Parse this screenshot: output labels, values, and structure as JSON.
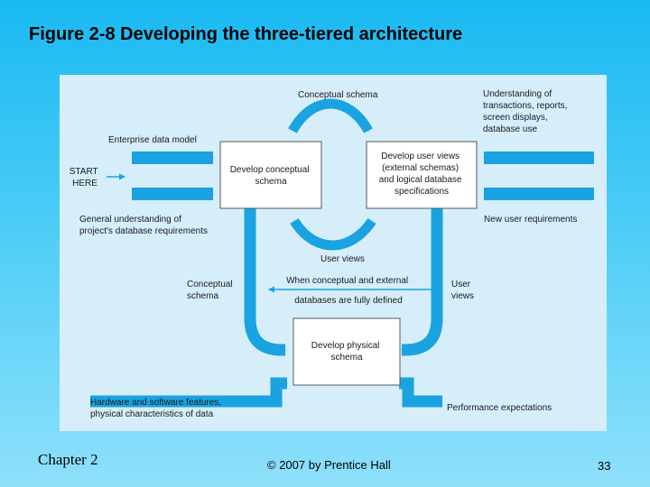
{
  "slide": {
    "title": "Figure 2-8 Developing the three-tiered architecture",
    "footer_left": "Chapter 2",
    "footer_center": "© 2007 by Prentice Hall",
    "page_number": "33"
  },
  "colors": {
    "background": "#1fbdf3",
    "panel": "#d6eef9",
    "flow": "#1aa3e0"
  },
  "boxes": {
    "conceptual": [
      "Develop conceptual",
      "schema"
    ],
    "external": [
      "Develop user views",
      "(external schemas)",
      "and logical database",
      "specifications"
    ],
    "physical": [
      "Develop physical",
      "schema"
    ]
  },
  "labels": {
    "conceptual_schema_top": "Conceptual schema",
    "understanding": [
      "Understanding of",
      "transactions, reports,",
      "screen displays,",
      "database use"
    ],
    "enterprise_model": "Enterprise data model",
    "start_here": [
      "START",
      "HERE"
    ],
    "general_understanding": [
      "General understanding of",
      "project's database requirements"
    ],
    "new_user_requirements": "New user requirements",
    "user_views_mid": "User views",
    "conceptual_schema_left": [
      "Conceptual",
      "schema"
    ],
    "fully_defined": [
      "When conceptual and external",
      "databases are fully defined"
    ],
    "user_views_right": [
      "User",
      "views"
    ],
    "hardware": [
      "Hardware and software features,",
      "physical characteristics of data"
    ],
    "performance": "Performance expectations"
  }
}
